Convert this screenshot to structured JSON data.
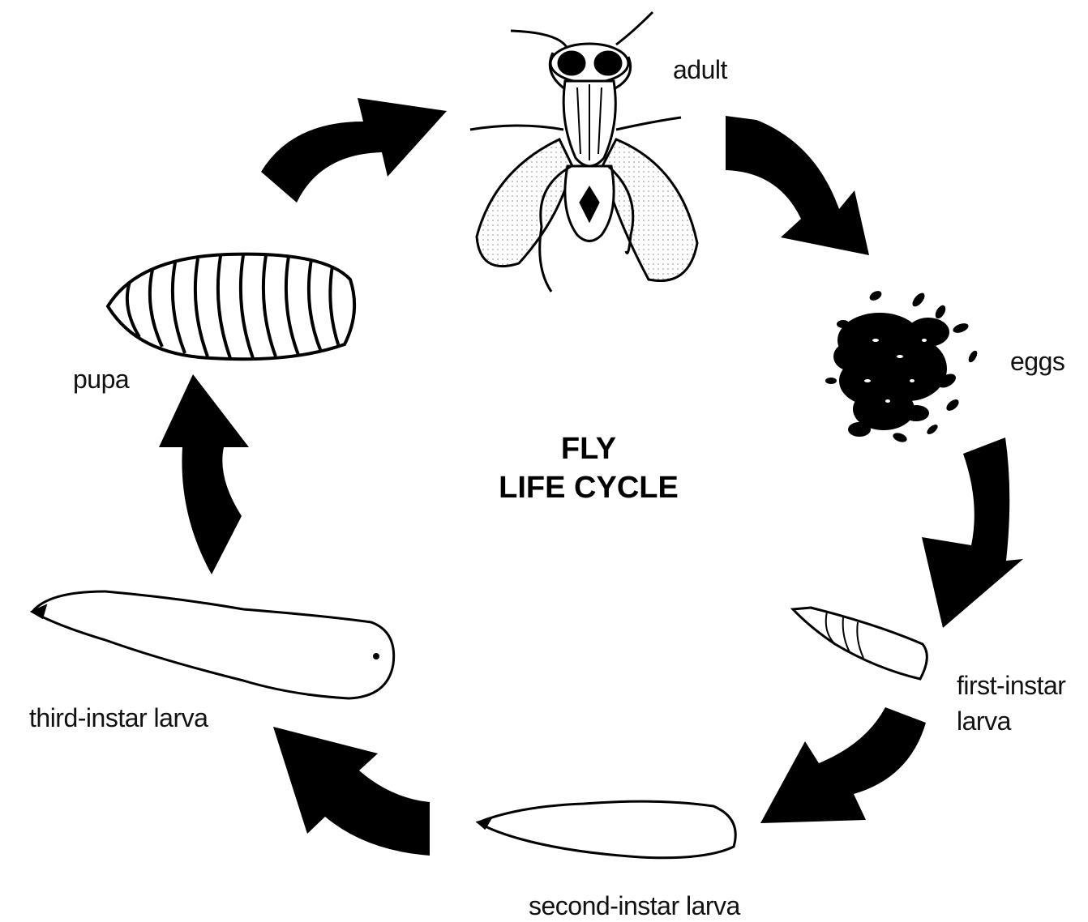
{
  "title": {
    "line1": "FLY",
    "line2": "LIFE CYCLE"
  },
  "stages": {
    "adult": "adult",
    "eggs": "eggs",
    "first_instar_line1": "first-instar",
    "first_instar_line2": "larva",
    "second_instar": "second-instar larva",
    "third_instar": "third-instar larva",
    "pupa": "pupa"
  },
  "colors": {
    "ink": "#000000",
    "background": "#ffffff",
    "wing_fill": "#eeeeee"
  },
  "icons": {
    "cycle_arrow": "curved-arrow-icon"
  }
}
